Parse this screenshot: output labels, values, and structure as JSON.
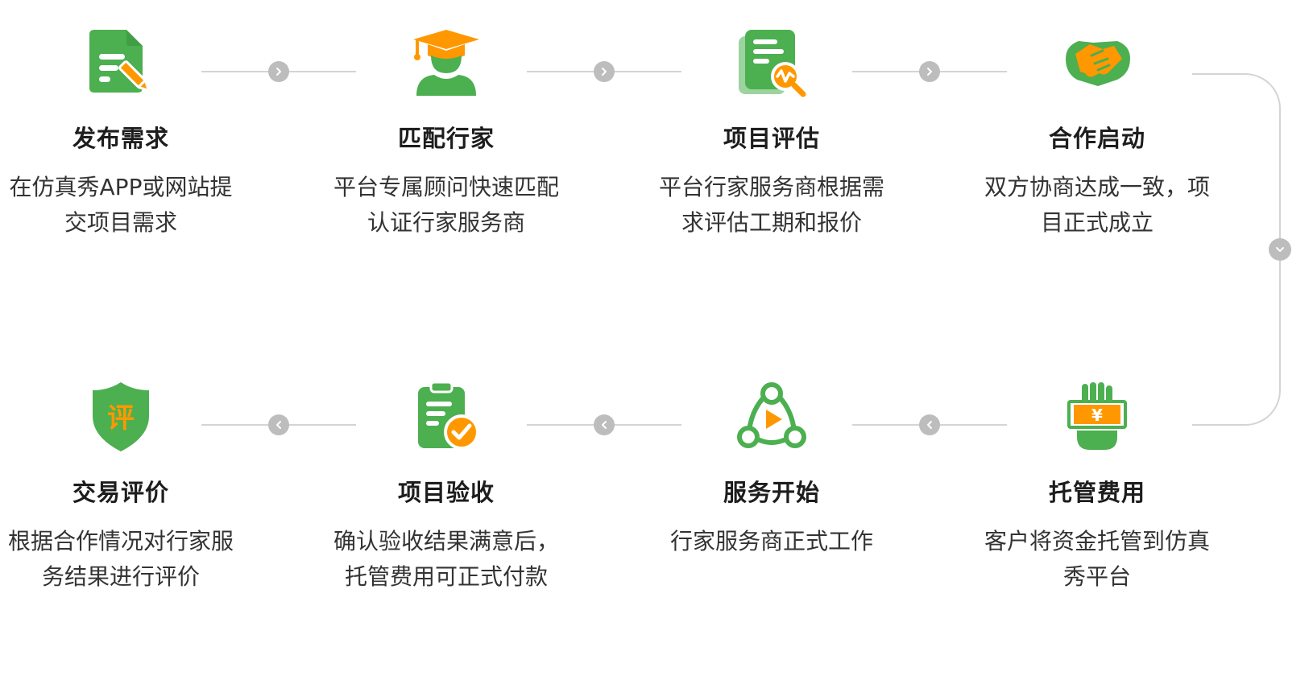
{
  "colors": {
    "green": "#4caf50",
    "orange": "#ff9800",
    "line": "#d4d4d4",
    "dot": "#bdbdbd"
  },
  "steps": [
    {
      "icon": "document-edit-icon",
      "title": "发布需求",
      "desc": "在仿真秀APP或网站提交项目需求"
    },
    {
      "icon": "graduate-icon",
      "title": "匹配行家",
      "desc": "平台专属顾问快速匹配认证行家服务商"
    },
    {
      "icon": "report-analysis-icon",
      "title": "项目评估",
      "desc": "平台行家服务商根据需求评估工期和报价"
    },
    {
      "icon": "handshake-icon",
      "title": "合作启动",
      "desc": "双方协商达成一致，项目正式成立"
    },
    {
      "icon": "payment-hand-icon",
      "title": "托管费用",
      "desc": "客户将资金托管到仿真秀平台"
    },
    {
      "icon": "service-play-icon",
      "title": "服务开始",
      "desc": "行家服务商正式工作"
    },
    {
      "icon": "clipboard-check-icon",
      "title": "项目验收",
      "desc": "确认验收结果满意后，托管费用可正式付款"
    },
    {
      "icon": "review-shield-icon",
      "title": "交易评价",
      "desc": "根据合作情况对行家服务结果进行评价"
    }
  ],
  "badges": {
    "review_char": "评",
    "yuan_char": "¥"
  }
}
